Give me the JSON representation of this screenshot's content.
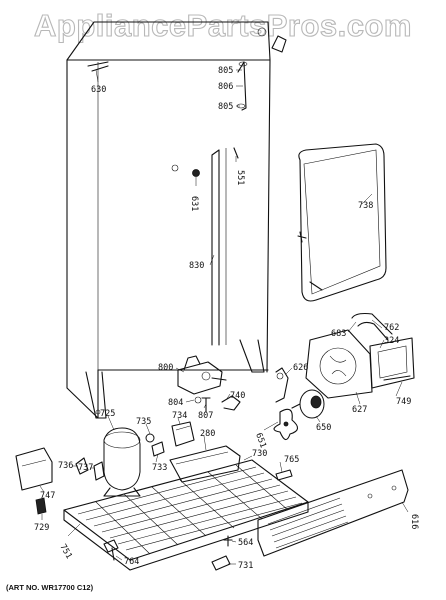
{
  "watermark": "AppliancePartsPros.com",
  "art_number": "(ART NO. WR17700 C12)",
  "callouts": {
    "c630": "630",
    "c805a": "805",
    "c806": "806",
    "c805b": "805",
    "c551": "551",
    "c631": "631",
    "c738": "738",
    "c830": "830",
    "c683": "683",
    "c762": "762",
    "c324": "324",
    "c800": "800",
    "c626": "626",
    "c740": "740",
    "c804": "804",
    "c807": "807",
    "c627": "627",
    "c749": "749",
    "c725": "725",
    "c735": "735",
    "c734": "734",
    "c651": "651",
    "c650": "650",
    "c280": "280",
    "c736": "736",
    "c737": "737",
    "c733": "733",
    "c730": "730",
    "c765": "765",
    "c747": "747",
    "c616": "616",
    "c729": "729",
    "c751": "751",
    "c564": "564",
    "c764": "764",
    "c731": "731"
  }
}
